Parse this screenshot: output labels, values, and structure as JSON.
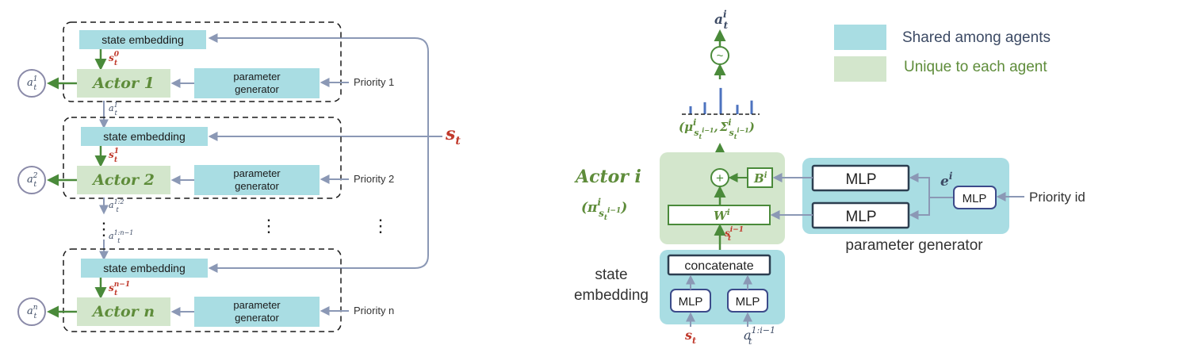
{
  "colors": {
    "shared": "#a9dde3",
    "unique": "#d3e6cc",
    "green_text": "#5e8c3a",
    "green_arrow": "#4a8a3a",
    "gray_arrow": "#8b98b5",
    "red_text": "#c0392b",
    "dark_text": "#3c4a64",
    "stem_blue": "#4d73bf",
    "box_border": "#2c3e50"
  },
  "left": {
    "modules": [
      {
        "state_embedding": "state embedding",
        "actor_text": "Actor ",
        "actor_idx": "1",
        "param_gen": [
          "parameter",
          "generator"
        ],
        "priority": "Priority 1",
        "s_sup": "0",
        "out_sup": "1",
        "below_label": "1"
      },
      {
        "state_embedding": "state embedding",
        "actor_text": "Actor ",
        "actor_idx": "2",
        "param_gen": [
          "parameter",
          "generator"
        ],
        "priority": "Priority 2",
        "s_sup": "1",
        "out_sup": "2",
        "below_label": "1:2"
      },
      {
        "state_embedding": "state embedding",
        "actor_text": "Actor ",
        "actor_idx": "n",
        "param_gen": [
          "parameter",
          "generator"
        ],
        "priority": "Priority n",
        "s_sup": "n−1",
        "out_sup": "n",
        "below_label": ""
      }
    ],
    "dots_label": "1:n−1",
    "st_label": "s",
    "st_sub": "t",
    "sym_a": "a",
    "sym_s": "s",
    "sym_t": "t",
    "ellipsis": "⋮"
  },
  "right": {
    "legend": {
      "shared": "Shared among agents",
      "unique": "Unique to each agent"
    },
    "output": {
      "sym": "a",
      "sup": "i",
      "sub": "t",
      "sampler": "~"
    },
    "gaussian": {
      "mu": "μ",
      "sigma": "Σ",
      "sup": "i",
      "sub_s": "s",
      "sub_t": "t",
      "sub_sup": "i−1",
      "sep": ",",
      "open": "(",
      "close": ")"
    },
    "actor": {
      "title": "Actor i",
      "pi": "π",
      "pi_sup": "i",
      "pi_sub_s": "s",
      "pi_sub_t": "t",
      "pi_sub_sup": "i−1",
      "open": "(",
      "close": ")",
      "W": "W",
      "W_sup": "i",
      "B": "B",
      "B_sup": "i",
      "plus": "+"
    },
    "state_embedding": {
      "title_lines": [
        "state",
        "embedding"
      ],
      "concat": "concatenate",
      "mlp1": "MLP",
      "mlp2": "MLP",
      "in1": "s",
      "in1_sub": "t",
      "in2": "a",
      "in2_sup": "1:i−1",
      "in2_sub": "t",
      "s_label": "s",
      "s_sup": "i−1",
      "s_sub": "t"
    },
    "param_gen": {
      "title": "parameter generator",
      "mlp_top": "MLP",
      "mlp_bottom": "MLP",
      "mlp_small": "MLP",
      "e": "e",
      "e_sup": "i",
      "priority": "Priority id"
    },
    "stems": [
      0.28,
      0.42,
      0.92,
      0.33,
      0.48
    ]
  }
}
